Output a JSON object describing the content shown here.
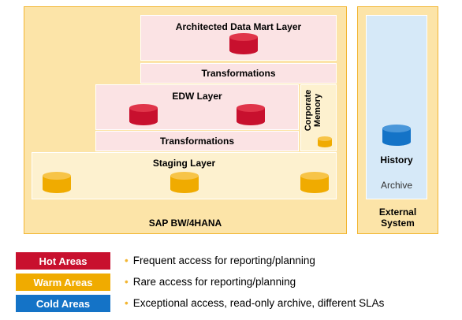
{
  "diagram": {
    "bw_box_label": "SAP BW/4HANA",
    "external_box_label_line1": "External",
    "external_box_label_line2": "System",
    "architected_layer": "Architected Data Mart Layer",
    "transformations_top": "Transformations",
    "edw_layer": "EDW Layer",
    "transformations_bottom": "Transformations",
    "staging_layer": "Staging Layer",
    "corporate_memory_line1": "Corporate",
    "corporate_memory_line2": "Memory",
    "history": "History",
    "archive": "Archive"
  },
  "legend": [
    {
      "label": "Hot Areas",
      "description": "Frequent access for reporting/planning",
      "color": "#C8102E"
    },
    {
      "label": "Warm Areas",
      "description": "Rare access for reporting/planning",
      "color": "#F0AB00"
    },
    {
      "label": "Cold Areas",
      "description": "Exceptional access, read-only archive, different SLAs",
      "color": "#1473C7"
    }
  ],
  "colors": {
    "hot_db": "#C8102E",
    "warm_db": "#F0AB00",
    "cold_db": "#1473C7"
  },
  "bullet_char": "•"
}
